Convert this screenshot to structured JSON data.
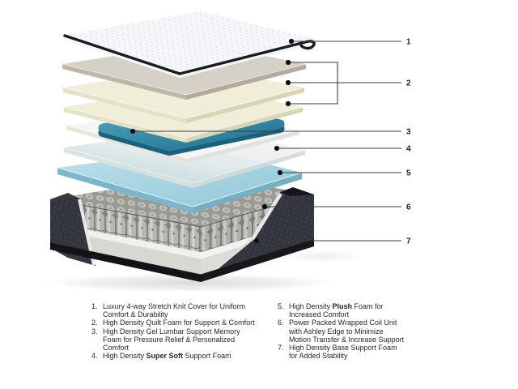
{
  "diagram": {
    "callouts": [
      {
        "num": "1"
      },
      {
        "num": "2"
      },
      {
        "num": "3"
      },
      {
        "num": "4"
      },
      {
        "num": "5"
      },
      {
        "num": "6"
      },
      {
        "num": "7"
      }
    ],
    "colors": {
      "quilt_gray": "#d6d1c7",
      "quilt_cream": "#f0edd8",
      "memory_white": "#f6f6f0",
      "gel_teal": "#2a7f9d",
      "plush_blue": "#a5d2e0",
      "fabric_dark": "#31333b",
      "callout": "#3b3b3b",
      "text": "#282828"
    }
  },
  "legend": {
    "left": [
      {
        "num": "1.",
        "parts": [
          {
            "t": "Luxury 4-way Stretch Knit Cover for Uniform Comfort & Durability"
          }
        ]
      },
      {
        "num": "2.",
        "parts": [
          {
            "t": "High Density Quilt Foam for Support & Comfort"
          }
        ]
      },
      {
        "num": "3.",
        "parts": [
          {
            "t": "High Density Gel Lumbar Support Memory Foam for Pressure Relief & Personalized Comfort"
          }
        ]
      },
      {
        "num": "4.",
        "parts": [
          {
            "t": "High Density "
          },
          {
            "t": "Super Soft",
            "b": true
          },
          {
            "t": " Support Foam"
          }
        ]
      }
    ],
    "right": [
      {
        "num": "5.",
        "parts": [
          {
            "t": "High Density "
          },
          {
            "t": "Plush",
            "b": true
          },
          {
            "t": " Foam for Increased Comfort"
          }
        ]
      },
      {
        "num": "6.",
        "parts": [
          {
            "t": "Power Packed Wrapped Coil Unit with Ashley Edge to Minimize Motion Transfer & Increase Support"
          }
        ]
      },
      {
        "num": "7.",
        "parts": [
          {
            "t": "High Density Base Support Foam for Added Stability"
          }
        ]
      }
    ]
  }
}
